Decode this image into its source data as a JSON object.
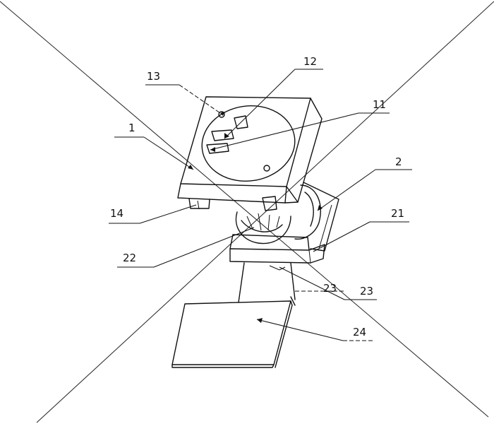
{
  "figure": {
    "type": "exploded-view patent drawing",
    "labels": {
      "l1": "1",
      "l2": "2",
      "l11": "11",
      "l12": "12",
      "l13": "13",
      "l14": "14",
      "l21": "21",
      "l22": "22",
      "l23a": "23",
      "l23b": "23",
      "l24": "24"
    },
    "colors": {
      "ink": "#111111",
      "background": "#ffffff"
    }
  }
}
